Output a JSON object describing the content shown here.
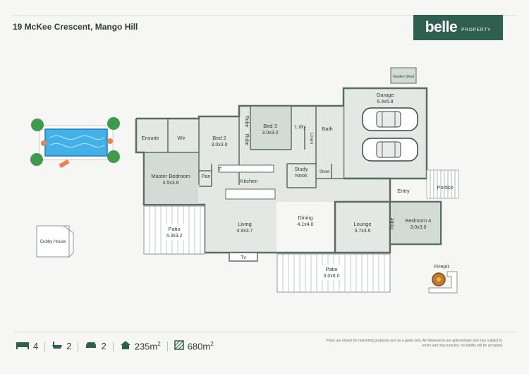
{
  "property": {
    "address": "19 McKee Crescent, Mango Hill"
  },
  "brand": {
    "name": "belle",
    "sub": "PROPERTY",
    "color": "#2f5f4e"
  },
  "rooms": {
    "garden_shed": "Garden Shed",
    "garage": {
      "name": "Garage",
      "dims": "6.4x5.8"
    },
    "ensuite": "Ensuite",
    "wir": "Wir",
    "bed2": {
      "name": "Bed 2",
      "dims": "3.0x3.0"
    },
    "robe": "Robe",
    "bed3": {
      "name": "Bed 3",
      "dims": "3.0x3.0"
    },
    "laundry": "L'dry",
    "linen": "Linen",
    "bath": "Bath",
    "master": {
      "name": "Master Bedroom",
      "dims": "4.5x3.8"
    },
    "pantry": "Pan",
    "fridge": "F",
    "kitchen": "Kitchen",
    "study": {
      "name": "Study",
      "name2": "Nook"
    },
    "store": "Store",
    "entry": "Entry",
    "portico": "Portico",
    "living": {
      "name": "Living",
      "dims": "4.9x3.7"
    },
    "dining": {
      "name": "Dining",
      "dims": "4.1x4.0"
    },
    "lounge": {
      "name": "Lounge",
      "dims": "3.7x3.6"
    },
    "bed4": {
      "name": "Bedroom 4",
      "dims": "3.0x3.0"
    },
    "patio1": {
      "name": "Patio",
      "dims": "4.3x3.2"
    },
    "tv": "Tv",
    "patio2": {
      "name": "Patio",
      "dims": "3.0x8.0"
    },
    "cubby": "Cubby House",
    "firepit": "Firepit"
  },
  "stats": {
    "beds": "4",
    "baths": "2",
    "cars": "2",
    "house_area": "235m",
    "land_area": "680m",
    "unit_power": "2"
  },
  "disclaimer": "Plans are shown for marketing purposes and as a guide only. All dimensions are approximate and may subject to errors and inaccuracies, no liability will be accepted",
  "colors": {
    "room_fill": "#e3e8e5",
    "wall": "#5b6b65",
    "shaded": "#d3dbd7",
    "pool": "#43b0e8"
  }
}
